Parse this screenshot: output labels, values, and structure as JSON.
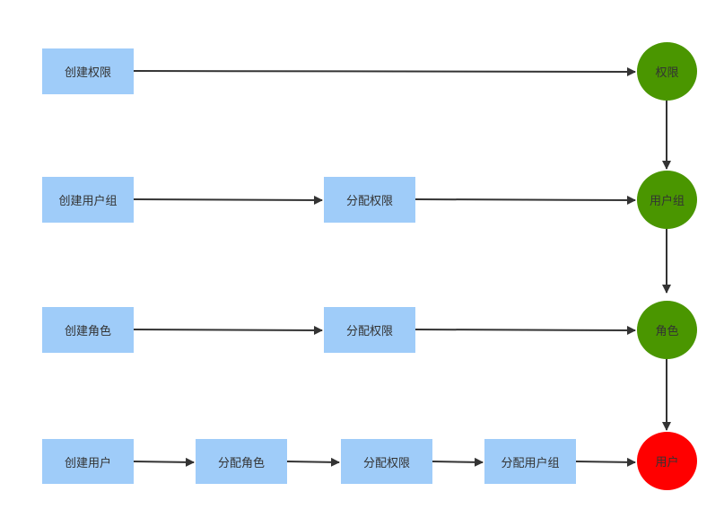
{
  "colors": {
    "box_fill": "#9fccf9",
    "node_green": "#4a9600",
    "node_red": "#ff0000",
    "edge": "#333333",
    "text": "#333333"
  },
  "rows": [
    {
      "steps": [
        "创建权限"
      ],
      "target": "权限"
    },
    {
      "steps": [
        "创建用户组",
        "分配权限"
      ],
      "target": "用户组"
    },
    {
      "steps": [
        "创建角色",
        "分配权限"
      ],
      "target": "角色"
    },
    {
      "steps": [
        "创建用户",
        "分配角色",
        "分配权限",
        "分配用户组"
      ],
      "target": "用户"
    }
  ]
}
